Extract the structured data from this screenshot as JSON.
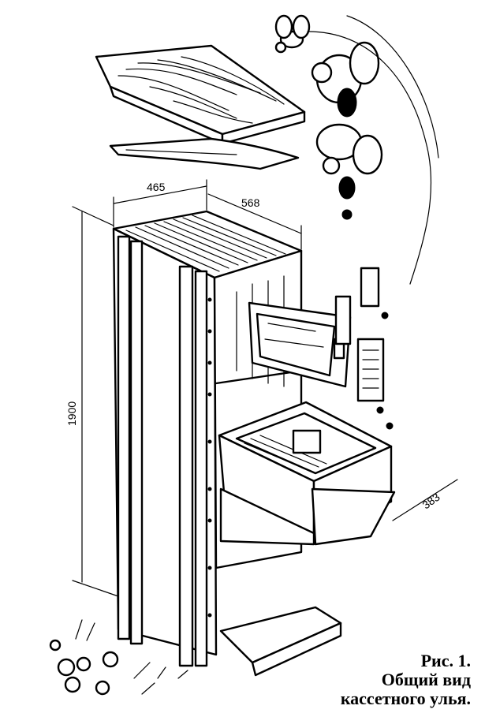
{
  "dimensions": {
    "width_top": "465",
    "depth_top": "568",
    "height": "1900",
    "drawer_depth": "383"
  },
  "caption": {
    "line1": "Рис. 1.",
    "line2": "Общий вид",
    "line3": "кассетного улья."
  }
}
